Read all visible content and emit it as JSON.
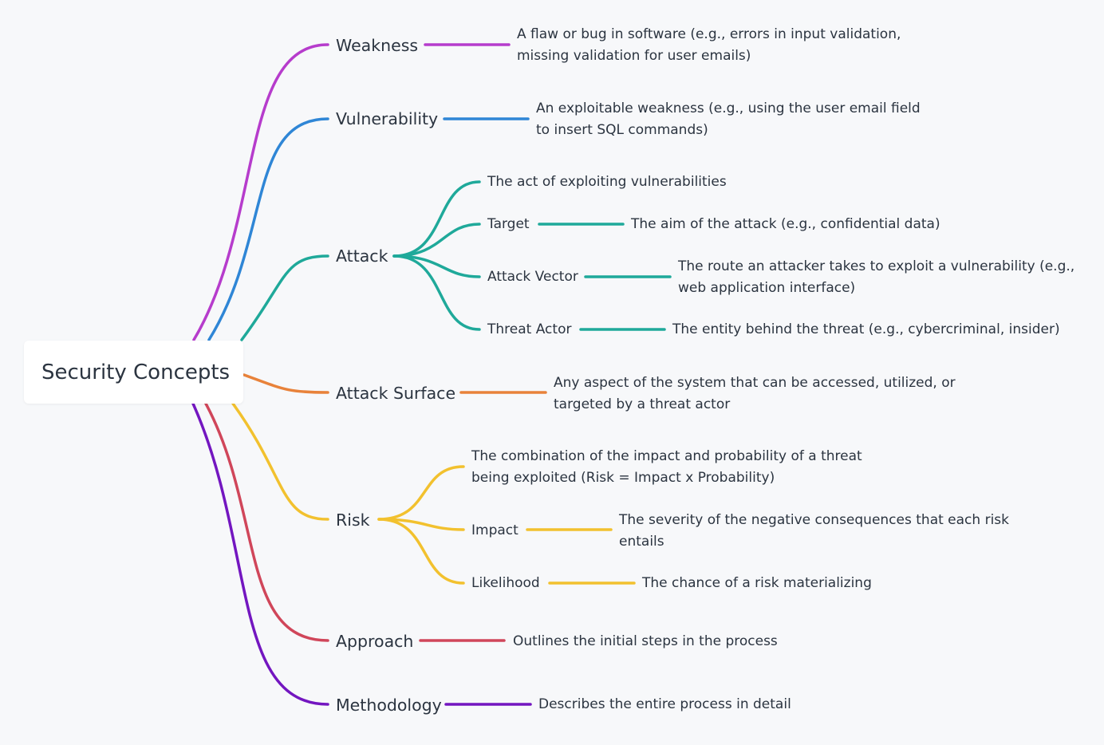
{
  "root": {
    "label": "Security Concepts"
  },
  "colors": {
    "weakness": "#b63ccc",
    "vulnerability": "#2f86d6",
    "attack": "#1fa99a",
    "attack_surface": "#e8823a",
    "risk": "#f2c12e",
    "approach": "#d0465a",
    "methodology": "#7316c0"
  },
  "branches": {
    "weakness": {
      "label": "Weakness",
      "desc": [
        "A flaw or bug in software (e.g., errors in input validation,",
        "missing validation for user emails)"
      ]
    },
    "vulnerability": {
      "label": "Vulnerability",
      "desc": [
        "An exploitable weakness (e.g., using the user email field",
        "to insert SQL commands)"
      ]
    },
    "attack": {
      "label": "Attack",
      "def": "The act of exploiting vulnerabilities",
      "target": {
        "label": "Target",
        "desc": [
          "The aim of the attack (e.g., confidential data)"
        ]
      },
      "attack_vector": {
        "label": "Attack Vector",
        "desc": [
          "The route an attacker takes to exploit a vulnerability (e.g.,",
          "web application interface)"
        ]
      },
      "threat_actor": {
        "label": "Threat Actor",
        "desc": [
          "The entity behind the threat (e.g., cybercriminal, insider)"
        ]
      }
    },
    "attack_surface": {
      "label": "Attack Surface",
      "desc": [
        "Any aspect of the system that can be accessed, utilized, or",
        "targeted by a threat actor"
      ]
    },
    "risk": {
      "label": "Risk",
      "def": [
        "The combination of the impact and probability of a threat",
        "being exploited (Risk = Impact x Probability)"
      ],
      "impact": {
        "label": "Impact",
        "desc": [
          "The severity of the negative consequences that each risk",
          "entails"
        ]
      },
      "likelihood": {
        "label": "Likelihood",
        "desc": [
          "The chance of a risk materializing"
        ]
      }
    },
    "approach": {
      "label": "Approach",
      "desc": [
        "Outlines the initial steps in the process"
      ]
    },
    "methodology": {
      "label": "Methodology",
      "desc": [
        "Describes the entire process in detail"
      ]
    }
  }
}
